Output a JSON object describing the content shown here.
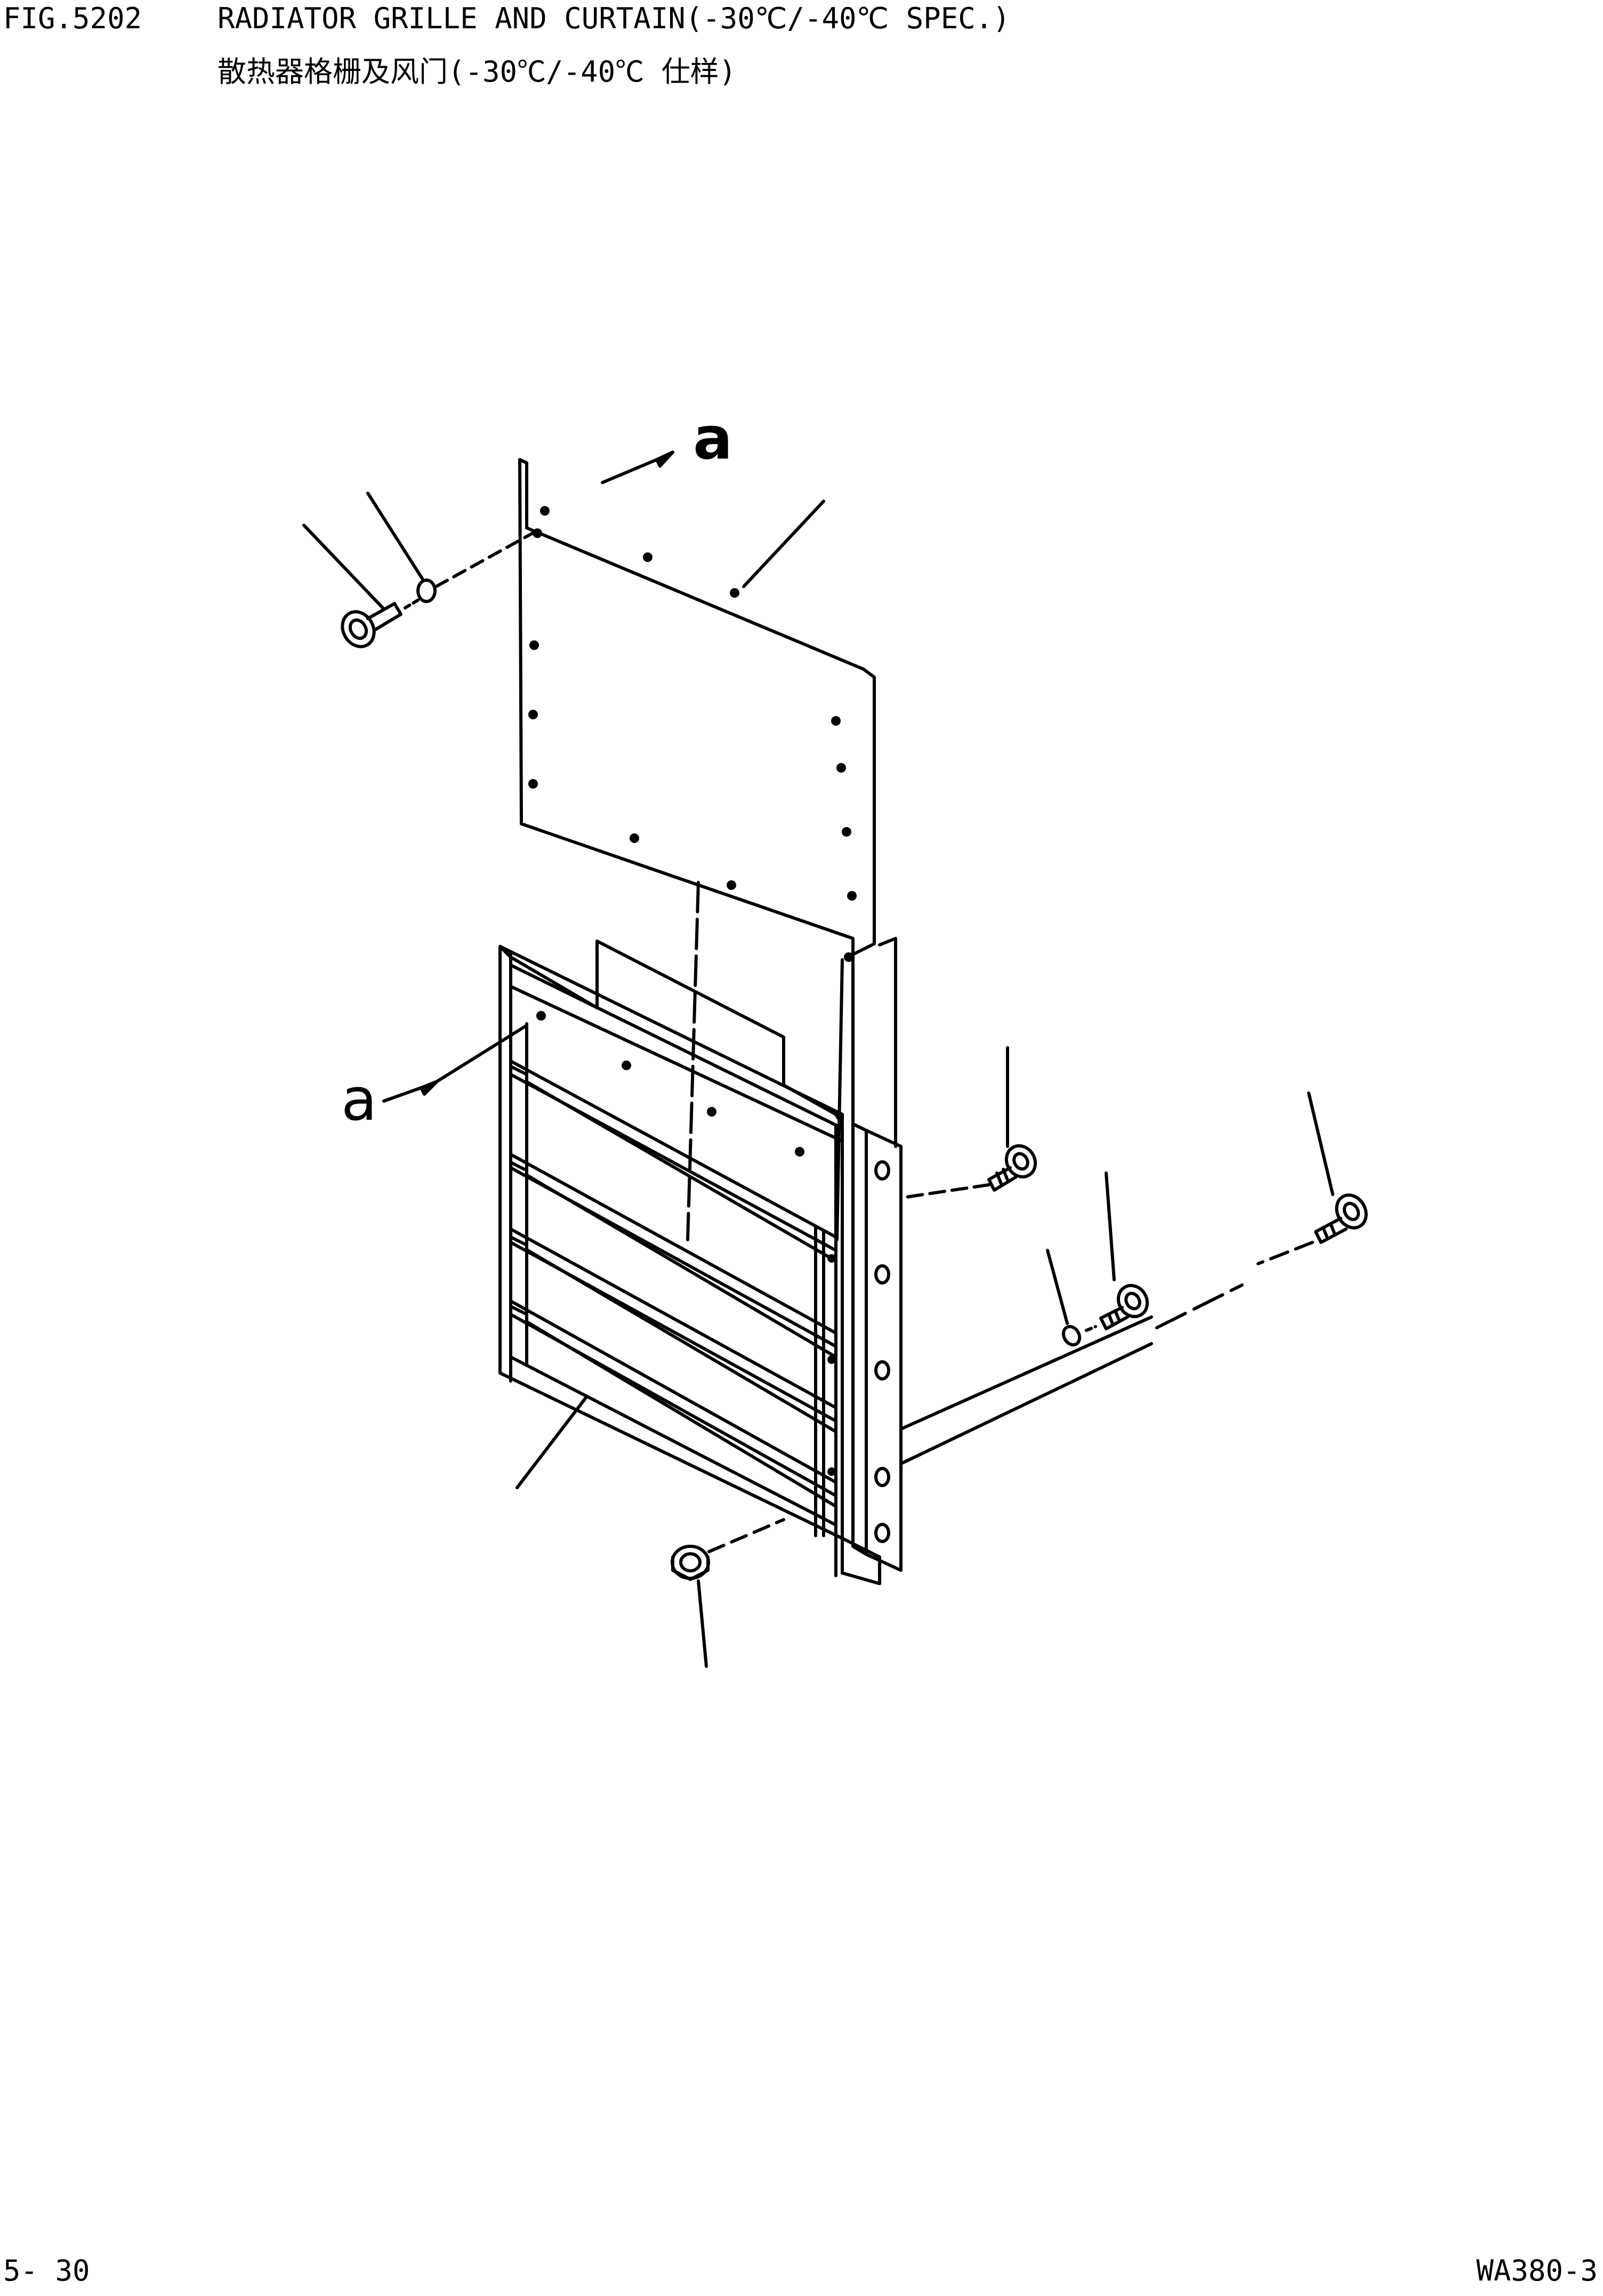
{
  "header": {
    "fig_number": "FIG.5202",
    "title_en": "RADIATOR GRILLE AND CURTAIN(-30℃/-40℃ SPEC.)",
    "title_zh": "散热器格栅及风门(-30℃/-40℃ 仕样)"
  },
  "callouts": {
    "upper_ref": "a",
    "left_ref": "a"
  },
  "footer": {
    "page_number": "5- 30",
    "model_code": "WA380-3"
  }
}
